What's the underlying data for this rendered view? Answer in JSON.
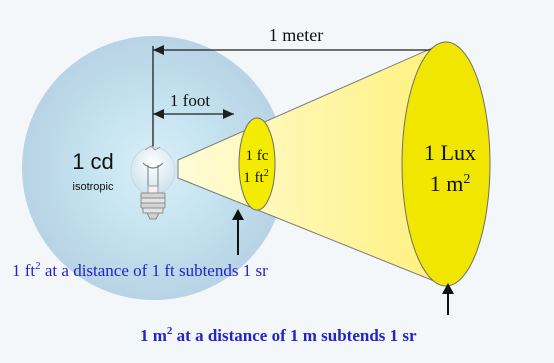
{
  "diagram": {
    "source": {
      "label": "1 cd",
      "sublabel": "isotropic"
    },
    "distances": {
      "meter_label": "1 meter",
      "foot_label": "1 foot"
    },
    "near_ellipse": {
      "line1": "1 fc",
      "line2_base": "1 ft",
      "line2_sup": "2"
    },
    "far_ellipse": {
      "line1": "1 Lux",
      "line2_base": "1 m",
      "line2_sup": "2"
    },
    "captions": {
      "foot": {
        "prefix": "1 ft",
        "sup": "2",
        "suffix": " at a distance of 1 ft subtends 1 sr"
      },
      "meter": {
        "prefix": "1 m",
        "sup": "2",
        "suffix": "  at a distance of 1 m subtends 1 sr"
      }
    },
    "colors": {
      "background": "#f4f7fa",
      "halo": "#bcd9ea",
      "cone": "#fff59a",
      "ellipse": "#f0e600",
      "caption_blue": "#2323c8",
      "arrow": "#111111"
    }
  }
}
